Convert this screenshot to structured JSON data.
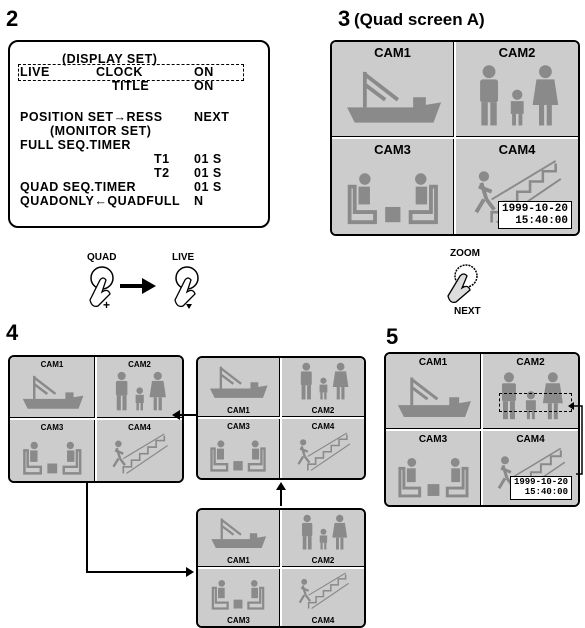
{
  "steps": {
    "s2": "2",
    "s3": "3",
    "s3_sub": "(Quad screen A)",
    "s4": "4",
    "s5": "5"
  },
  "osd": {
    "title": "(DISPLAY SET)",
    "live": "LIVE",
    "clock": "CLOCK",
    "clock_val": "ON",
    "title_item": "TITLE",
    "title_val": "ON",
    "position": "POSITION SET→RESS",
    "position_val": "NEXT",
    "monitor": "(MONITOR SET)",
    "full_seq": "FULL SEQ.TIMER",
    "t1": "T1",
    "t1_val": "01 S",
    "t2": "T2",
    "t2_val": "01 S",
    "quad_seq": "QUAD SEQ.TIMER",
    "quad_seq_val": "01 S",
    "quadonly": "QUADONLY←QUADFULL",
    "quadonly_val": "N"
  },
  "buttons": {
    "quad": "QUAD",
    "live": "LIVE",
    "zoom": "ZOOM",
    "next": "NEXT"
  },
  "cams": [
    "CAM1",
    "CAM2",
    "CAM3",
    "CAM4"
  ],
  "datetime": {
    "date": "1999-10-20",
    "time": "15:40:00"
  },
  "colors": {
    "cell": "#cccccc",
    "figure": "#8a8a8a",
    "line": "#000000"
  }
}
